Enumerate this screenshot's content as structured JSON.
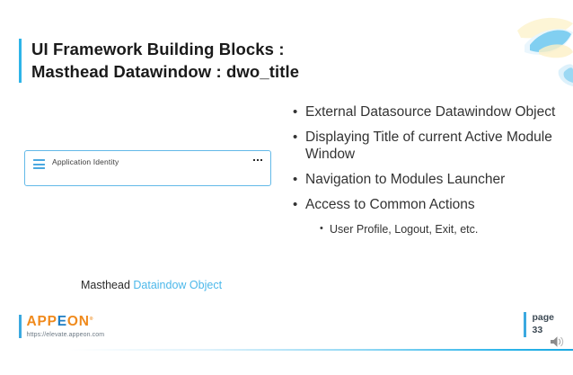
{
  "slide": {
    "title": "UI Framework Building Blocks :\nMasthead Datawindow : dwo_title",
    "accent_color": "#2eb4e8"
  },
  "masthead_widget": {
    "menu_icon": "hamburger-icon",
    "app_identity": "Application Identity",
    "overflow_icon": "ellipsis-icon"
  },
  "caption": {
    "prefix": "Masthead ",
    "highlight": "Dataindow Object"
  },
  "bullets": [
    {
      "text": "External Datasource Datawindow Object"
    },
    {
      "text": "Displaying Title of current Active Module Window"
    },
    {
      "text": "Navigation to Modules Launcher"
    },
    {
      "text": "Access to Common Actions",
      "sub": [
        "User Profile, Logout, Exit, etc."
      ]
    }
  ],
  "footer": {
    "logo_part1": "APP",
    "logo_part2": "E",
    "logo_part3": "ON",
    "logo_tm": "®",
    "url": "https://elevate.appeon.com"
  },
  "page": {
    "label": "page",
    "number": "33"
  },
  "colors": {
    "brand_blue": "#2eb4e8",
    "logo_orange": "#f08a1c",
    "logo_blue": "#1f7ec4",
    "caption_blue": "#4cb8ea"
  }
}
